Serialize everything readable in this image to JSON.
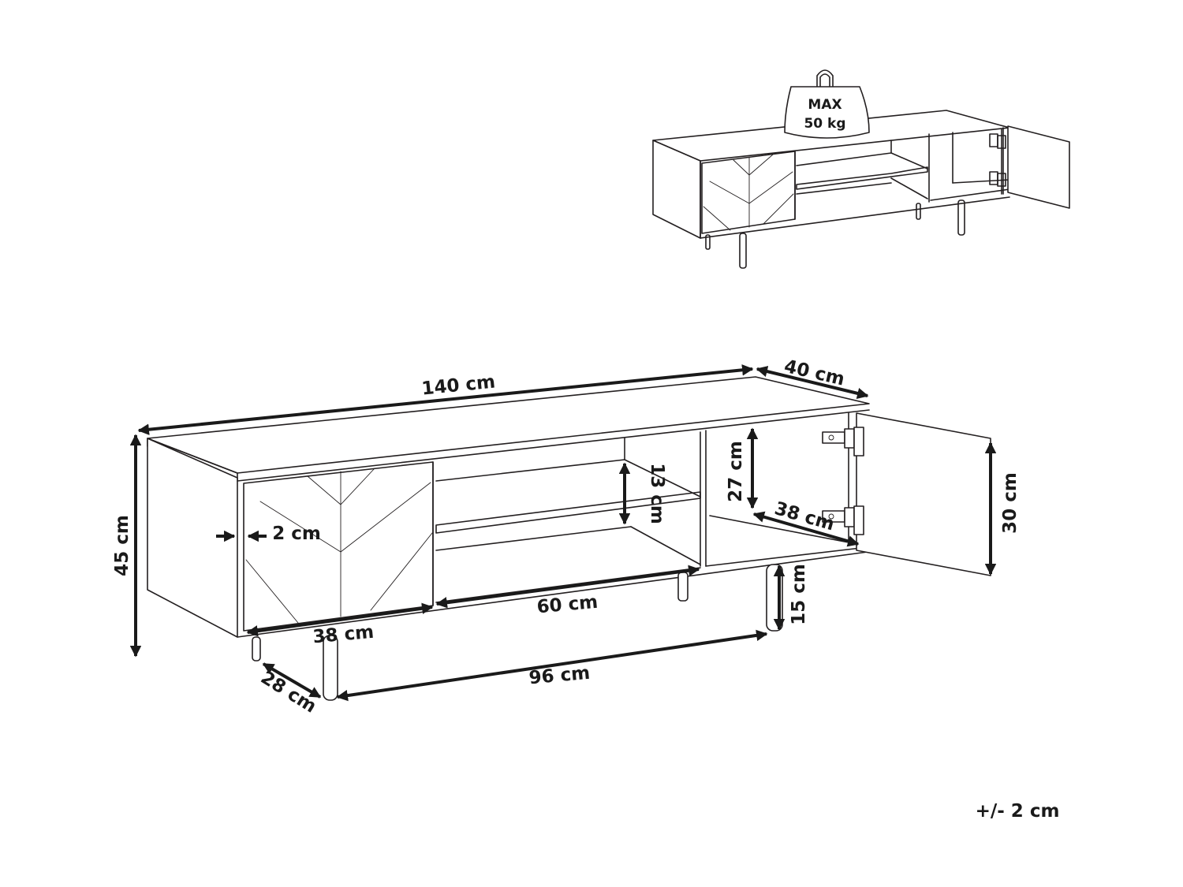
{
  "weight_badge": {
    "line1": "MAX",
    "line2": "50 kg"
  },
  "dimensions": {
    "width": "140 cm",
    "depth": "40 cm",
    "height": "45 cm",
    "panel_thickness": "2 cm",
    "shelf_height": "13 cm",
    "cabinet_inner_height": "27 cm",
    "cabinet_inner_depth": "38 cm",
    "door_height": "30 cm",
    "open_compartment_width": "60 cm",
    "left_compartment_depth": "38 cm",
    "leg_height": "15 cm",
    "leg_spacing_width": "96 cm",
    "leg_spacing_depth": "28 cm"
  },
  "tolerance": "+/- 2 cm",
  "colors": {
    "line": "#231f20",
    "background": "#ffffff"
  }
}
